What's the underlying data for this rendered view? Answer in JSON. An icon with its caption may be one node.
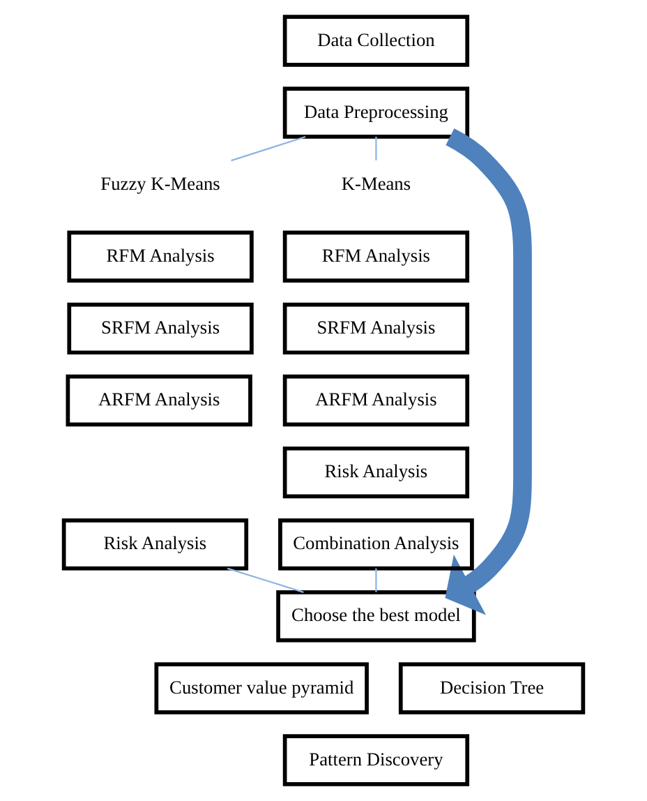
{
  "diagram": {
    "nodes": [
      {
        "text": [
          "Data Collection"
        ]
      },
      {
        "text": [
          "Data Preprocessing"
        ]
      },
      {
        "text": [
          "Fuzzy K-Means"
        ]
      },
      {
        "text": [
          "K-Means"
        ]
      },
      {
        "text": [
          "RFM Analysis"
        ]
      },
      {
        "text": [
          "SRFM Analysis"
        ]
      },
      {
        "text": [
          "ARFM Analysis"
        ]
      },
      {
        "text": [
          "Risk Analysis"
        ]
      },
      {
        "text": [
          "RFM Analysis"
        ]
      },
      {
        "text": [
          "SRFM Analysis"
        ]
      },
      {
        "text": [
          "ARFM Analysis"
        ]
      },
      {
        "text": [
          "Risk Analysis"
        ]
      },
      {
        "text": [
          "Combination Analysis"
        ]
      },
      {
        "text": [
          "Choose the best model"
        ]
      },
      {
        "text": [
          "Customer value pyramid"
        ]
      },
      {
        "text": [
          "Decision Tree"
        ]
      },
      {
        "text": [
          "Pattern Discovery"
        ]
      }
    ],
    "edges": [
      {
        "from": 1,
        "to": 2,
        "arrow": "none"
      },
      {
        "from": 1,
        "to": 3,
        "arrow": "none"
      },
      {
        "from": 1,
        "to": 13,
        "arrow": "to",
        "style": "thick",
        "color": "#4f81bd"
      },
      {
        "from": 7,
        "to": 13,
        "arrow": "none"
      },
      {
        "from": 12,
        "to": 13,
        "arrow": "none"
      }
    ]
  }
}
